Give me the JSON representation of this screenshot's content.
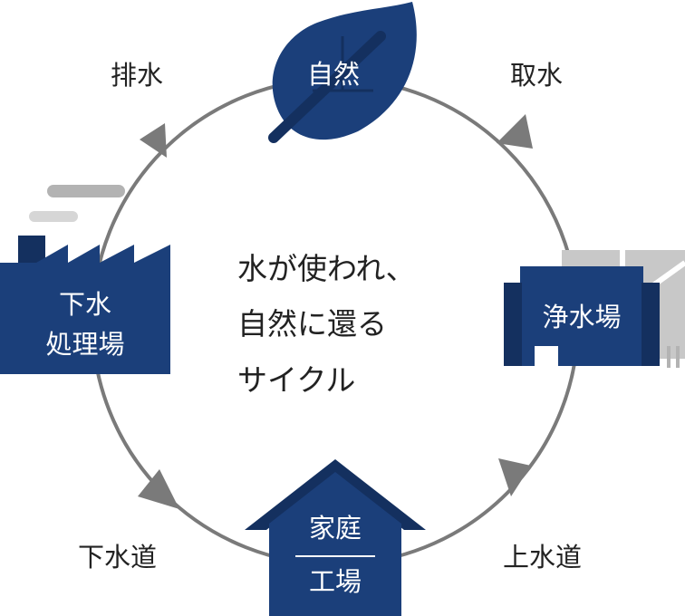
{
  "colors": {
    "navy": "#1b3f7a",
    "navy_dark": "#14305f",
    "ring": "#7a7a7a",
    "gray_light": "#c8c8c8",
    "gray_mid": "#b3b3b3",
    "text": "#222222"
  },
  "center": {
    "line1": "水が使われ、",
    "line2": "自然に還る",
    "line3": "サイクル"
  },
  "nodes": {
    "nature": {
      "label": "自然",
      "icon": "leaf-icon"
    },
    "purification": {
      "label": "浄水場",
      "icon": "water-purification-plant-icon"
    },
    "home_factory": {
      "label_top": "家庭",
      "label_bottom": "工場",
      "icon": "house-icon"
    },
    "sewage": {
      "label_line1": "下水",
      "label_line2": "処理場",
      "icon": "factory-icon"
    }
  },
  "flows": {
    "intake": "取水",
    "water_supply": "上水道",
    "sewer": "下水道",
    "discharge": "排水"
  }
}
